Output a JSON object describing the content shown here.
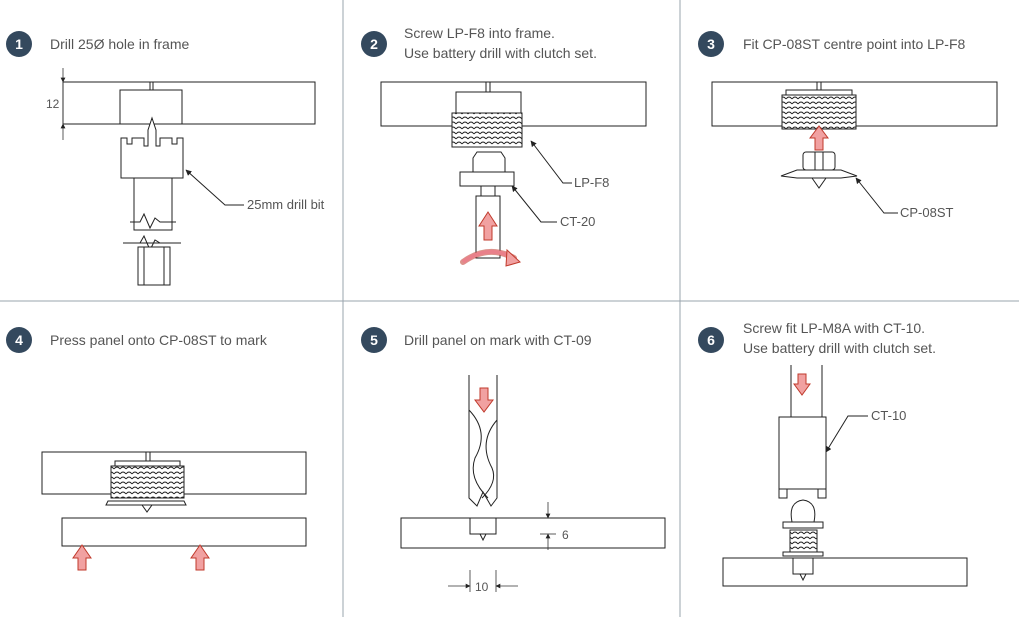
{
  "colors": {
    "badge": "#34495e",
    "divider": "#9aa4ae",
    "arrow_fill": "#f1a1a1",
    "arrow_stroke": "#c0392b",
    "line": "#222222",
    "text": "#555555"
  },
  "steps": [
    {
      "number": "1",
      "line1": "Drill 25Ø hole in frame",
      "line2": ""
    },
    {
      "number": "2",
      "line1": "Screw LP-F8 into frame.",
      "line2": "Use battery drill with clutch set."
    },
    {
      "number": "3",
      "line1": "Fit CP-08ST centre point into LP-F8",
      "line2": ""
    },
    {
      "number": "4",
      "line1": "Press panel onto CP-08ST to mark",
      "line2": ""
    },
    {
      "number": "5",
      "line1": "Drill panel on mark with CT-09",
      "line2": ""
    },
    {
      "number": "6",
      "line1": "Screw fit LP-M8A with CT-10.",
      "line2": "Use battery drill with clutch set."
    }
  ],
  "callouts": {
    "drill_bit": "25mm drill bit",
    "lp_f8": "LP-F8",
    "ct_20": "CT-20",
    "cp_08st": "CP-08ST",
    "ct_10": "CT-10"
  },
  "dimensions": {
    "frame_depth": "12",
    "hole_depth": "6",
    "hole_width": "10"
  }
}
